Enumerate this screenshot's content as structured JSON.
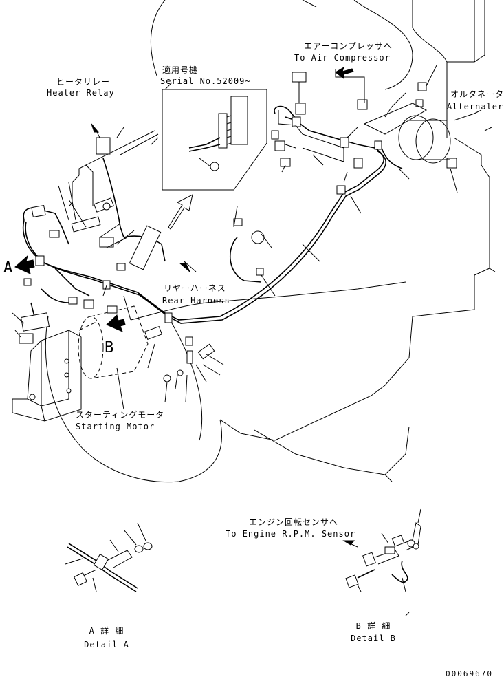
{
  "labels": {
    "heater_relay_jp": "ヒータリレー",
    "heater_relay_en": "Heater Relay",
    "serial_jp": "適用号機",
    "serial_en": "Serial No.52009~",
    "air_comp_jp": "エアーコンプレッサへ",
    "air_comp_en": "To Air Compressor",
    "alternator_jp": "オルタネータ",
    "alternator_en": "Alternaler",
    "rear_harness_jp": "リヤーハーネス",
    "rear_harness_en": "Rear Harness",
    "starting_motor_jp": "スターティングモータ",
    "starting_motor_en": "Starting Motor",
    "engine_rpm_jp": "エンジン回転センサへ",
    "engine_rpm_en": "To Engine R.P.M. Sensor",
    "callout_a": "A",
    "callout_b": "B",
    "detail_a_jp": "A 詳 細",
    "detail_a_en": "Detail A",
    "detail_b_jp": "B 詳 細",
    "detail_b_en": "Detail B",
    "drawing_number": "00069670"
  }
}
